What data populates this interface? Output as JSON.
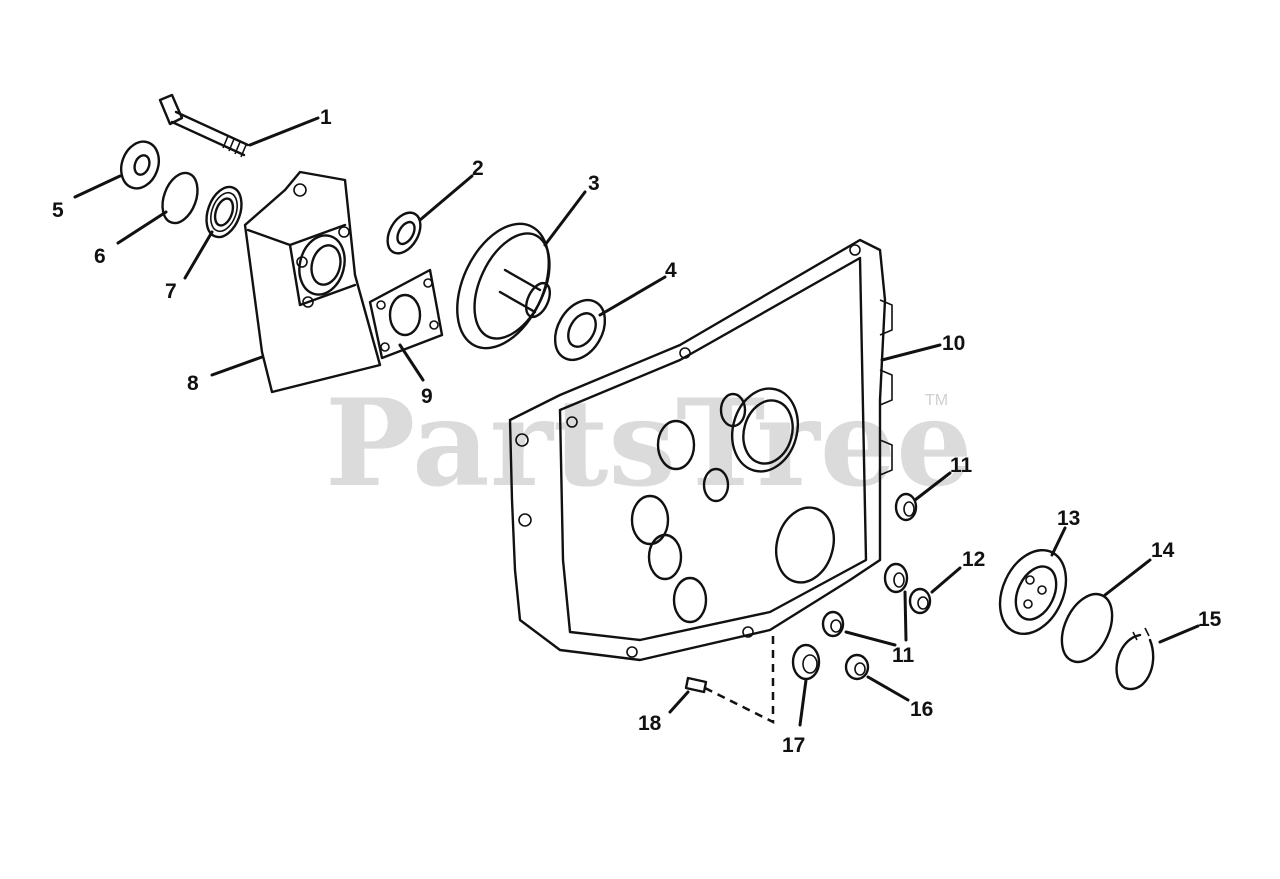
{
  "watermark": {
    "text": "PartsTree",
    "mark": "TM"
  },
  "callouts": {
    "c1": "1",
    "c2": "2",
    "c3": "3",
    "c4": "4",
    "c5": "5",
    "c6": "6",
    "c7": "7",
    "c8": "8",
    "c9": "9",
    "c10": "10",
    "c11a": "11",
    "c11b": "11",
    "c12": "12",
    "c13": "13",
    "c14": "14",
    "c15": "15",
    "c16": "16",
    "c17": "17",
    "c18": "18"
  }
}
